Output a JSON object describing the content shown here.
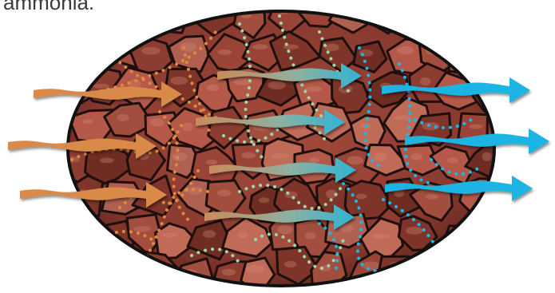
{
  "caption": "ammonia.",
  "colors": {
    "background": "#ffffff",
    "rock_base": "#8a3a30",
    "rock_light": "#b05545",
    "rock_dark": "#4a1a16",
    "crack": "#1e0f0c",
    "ellipse_outline": "#111111",
    "incoming_arrow": "#d98a4a",
    "middle_arrow_start": "#c98b5a",
    "middle_arrow_end": "#2fb4d4",
    "outgoing_arrow": "#1ab4e2",
    "dots_orange": "#e0893a",
    "dots_green": "#9ed6a8",
    "dots_blue": "#1db8ea"
  },
  "flow_stages": [
    {
      "name": "incoming-flow",
      "color_key": "incoming_arrow",
      "arrow_count": 3
    },
    {
      "name": "transition-flow",
      "color_key": "middle_arrow_end",
      "arrow_count": 4
    },
    {
      "name": "outgoing-flow",
      "color_key": "outgoing_arrow",
      "arrow_count": 3
    }
  ]
}
